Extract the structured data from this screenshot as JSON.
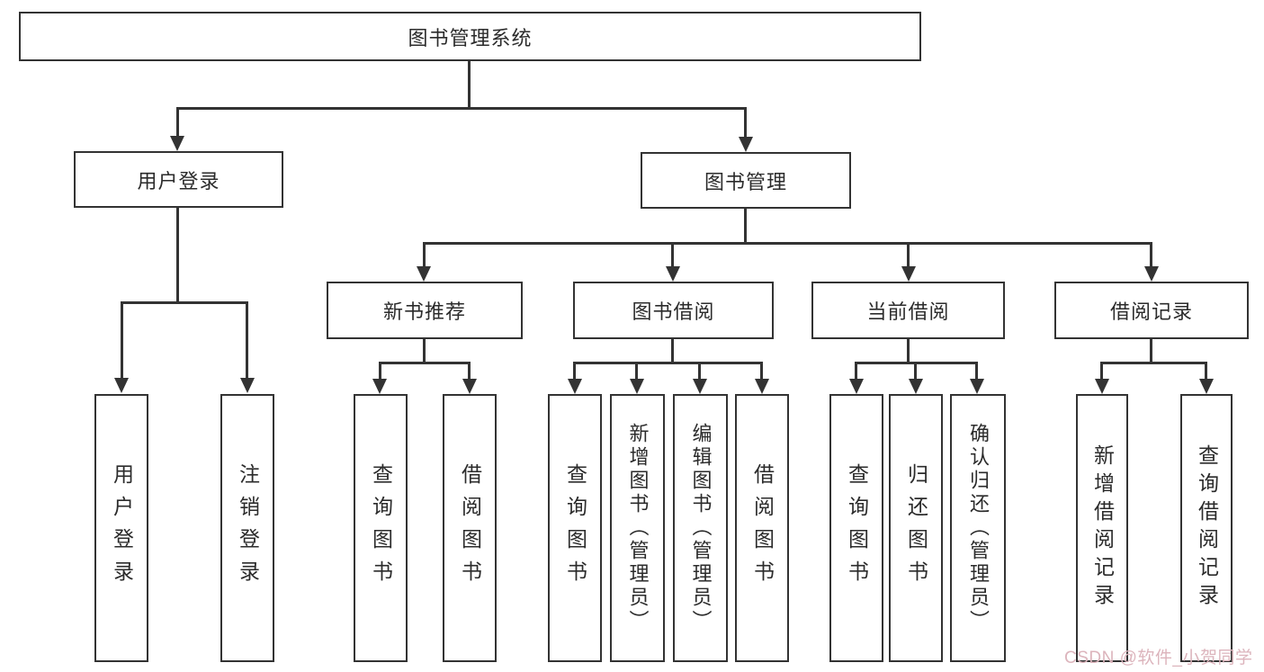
{
  "diagram": {
    "root": {
      "label": "图书管理系统"
    },
    "branches": [
      {
        "label": "用户登录",
        "children": [
          {
            "label": "用户登录"
          },
          {
            "label": "注销登录"
          }
        ]
      },
      {
        "label": "图书管理",
        "children": [
          {
            "label": "新书推荐",
            "children": [
              {
                "label": "查询图书"
              },
              {
                "label": "借阅图书"
              }
            ]
          },
          {
            "label": "图书借阅",
            "children": [
              {
                "label": "查询图书"
              },
              {
                "label": "新增图书（管理员）"
              },
              {
                "label": "编辑图书（管理员）"
              },
              {
                "label": "借阅图书"
              }
            ]
          },
          {
            "label": "当前借阅",
            "children": [
              {
                "label": "查询图书"
              },
              {
                "label": "归还图书"
              },
              {
                "label": "确认归还（管理员）"
              }
            ]
          },
          {
            "label": "借阅记录",
            "children": [
              {
                "label": "新增借阅记录"
              },
              {
                "label": "查询借阅记录"
              }
            ]
          }
        ]
      }
    ]
  },
  "watermark": {
    "text": "CSDN @软件_小贺同学"
  },
  "colors": {
    "line": "#333333",
    "text": "#2b2b2b",
    "watermark": "#dcb4bc"
  }
}
